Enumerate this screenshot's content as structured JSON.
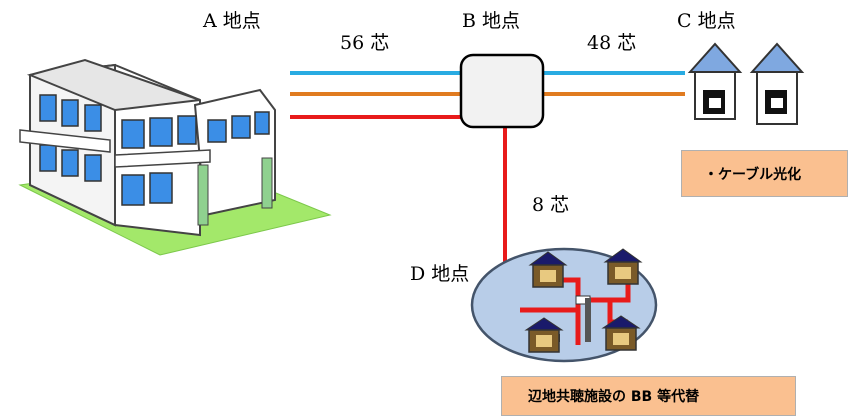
{
  "points": {
    "a": "A 地点",
    "b": "B 地点",
    "c": "C 地点",
    "d": "D 地点"
  },
  "cores": {
    "ab": "56 芯",
    "bc": "48 芯",
    "bd": "8 芯"
  },
  "notes": {
    "cable": "・ケーブル光化",
    "bb": "辺地共聴施設の BB 等代替"
  },
  "colors": {
    "line_blue": "#29abe2",
    "line_orange": "#e07b20",
    "line_red": "#e81a1a",
    "note_fill": "#fac090",
    "building_wall": "#ffffff",
    "building_window": "#3b8ee6",
    "ground": "#a3e86a",
    "house_roof": "#7fa8e0",
    "village_fill": "#b8cde8"
  }
}
